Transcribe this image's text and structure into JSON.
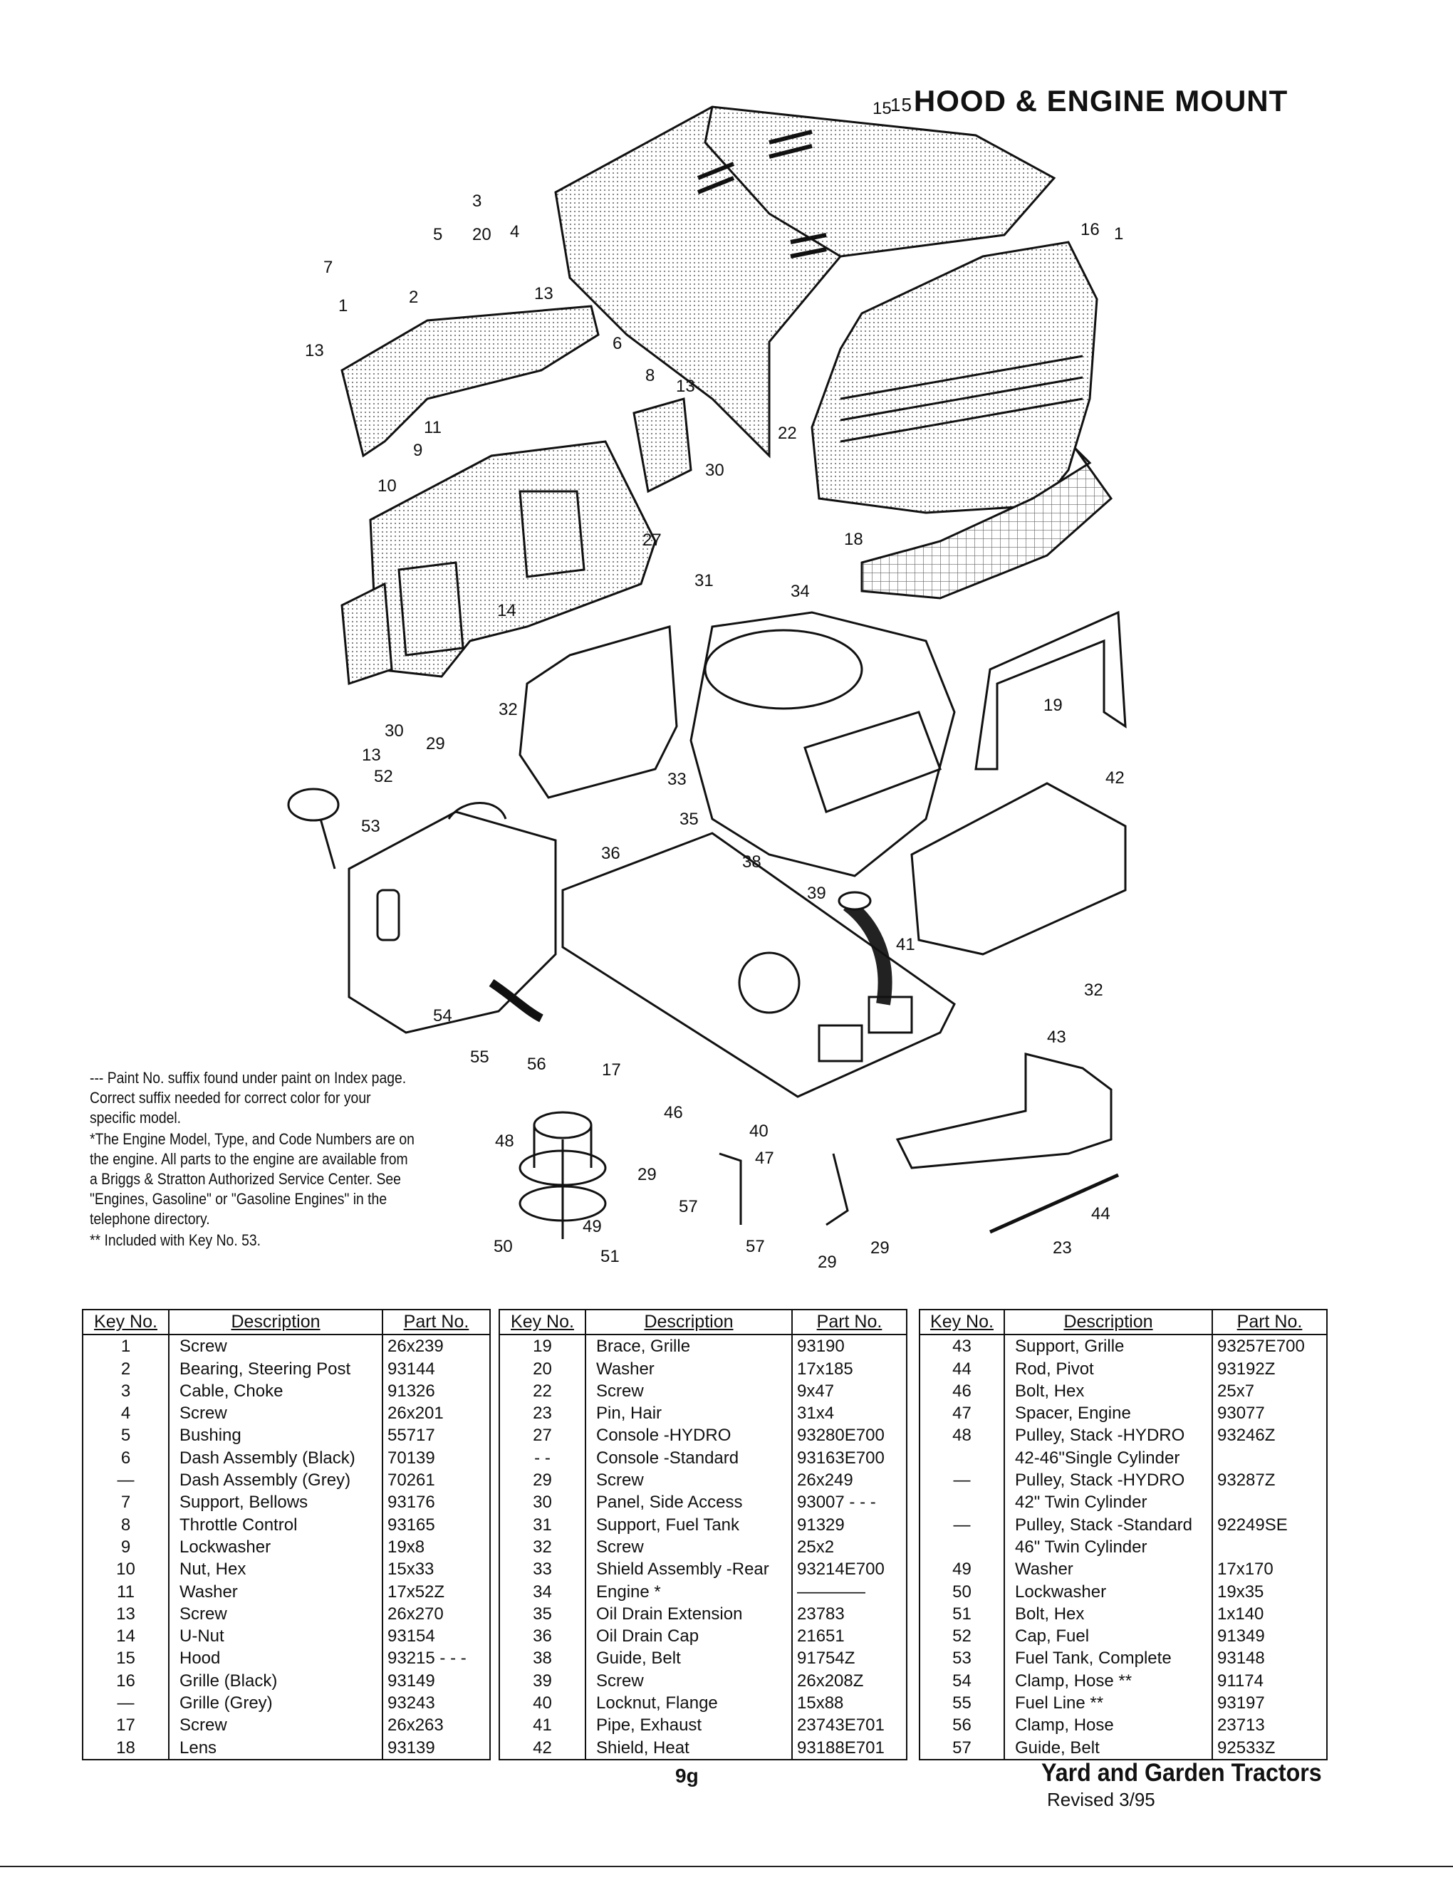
{
  "title": {
    "number": "15",
    "text": "HOOD & ENGINE MOUNT"
  },
  "callouts": [
    "1",
    "2",
    "3",
    "4",
    "5",
    "6",
    "7",
    "8",
    "9",
    "10",
    "11",
    "13",
    "14",
    "15",
    "16",
    "17",
    "18",
    "19",
    "20",
    "22",
    "23",
    "27",
    "29",
    "30",
    "31",
    "32",
    "33",
    "34",
    "35",
    "36",
    "38",
    "39",
    "40",
    "41",
    "42",
    "43",
    "44",
    "46",
    "47",
    "48",
    "49",
    "50",
    "51",
    "52",
    "53",
    "54",
    "55",
    "56",
    "57"
  ],
  "notes": [
    "--- Paint No. suffix found under paint on Index page. Correct suffix needed for correct color for your specific model.",
    "*The Engine Model, Type, and Code Numbers are on the engine. All parts to the engine are available from a Briggs & Stratton Authorized Service Center. See \"Engines, Gasoline\" or \"Gasoline Engines\" in the telephone directory.",
    "** Included with Key No. 53."
  ],
  "table_headers": {
    "key": "Key No.",
    "description": "Description",
    "part": "Part No."
  },
  "parts_col1": [
    [
      "1",
      "Screw",
      "26x239"
    ],
    [
      "2",
      "Bearing, Steering Post",
      "93144"
    ],
    [
      "3",
      "Cable, Choke",
      "91326"
    ],
    [
      "4",
      "Screw",
      "26x201"
    ],
    [
      "5",
      "Bushing",
      "55717"
    ],
    [
      "6",
      "Dash Assembly (Black)",
      "70139"
    ],
    [
      "—",
      "Dash Assembly (Grey)",
      "70261"
    ],
    [
      "7",
      "Support, Bellows",
      "93176"
    ],
    [
      "8",
      "Throttle Control",
      "93165"
    ],
    [
      "9",
      "Lockwasher",
      "19x8"
    ],
    [
      "10",
      "Nut, Hex",
      "15x33"
    ],
    [
      "11",
      "Washer",
      "17x52Z"
    ],
    [
      "13",
      "Screw",
      "26x270"
    ],
    [
      "14",
      "U-Nut",
      "93154"
    ],
    [
      "15",
      "Hood",
      "93215 - - -"
    ],
    [
      "16",
      "Grille (Black)",
      "93149"
    ],
    [
      "—",
      "Grille (Grey)",
      "93243"
    ],
    [
      "17",
      "Screw",
      "26x263"
    ],
    [
      "18",
      "Lens",
      "93139"
    ]
  ],
  "parts_col2": [
    [
      "19",
      "Brace, Grille",
      "93190"
    ],
    [
      "20",
      "Washer",
      "17x185"
    ],
    [
      "22",
      "Screw",
      "9x47"
    ],
    [
      "23",
      "Pin, Hair",
      "31x4"
    ],
    [
      "27",
      "Console -HYDRO",
      "93280E700"
    ],
    [
      "- -",
      "Console -Standard",
      "93163E700"
    ],
    [
      "29",
      "Screw",
      "26x249"
    ],
    [
      "30",
      "Panel, Side Access",
      "93007 - - -"
    ],
    [
      "31",
      "Support, Fuel Tank",
      "91329"
    ],
    [
      "32",
      "Screw",
      "25x2"
    ],
    [
      "33",
      "Shield Assembly -Rear",
      "93214E700"
    ],
    [
      "34",
      "Engine *",
      "————"
    ],
    [
      "35",
      "Oil Drain Extension",
      "23783"
    ],
    [
      "36",
      "Oil Drain Cap",
      "21651"
    ],
    [
      "38",
      "Guide, Belt",
      "91754Z"
    ],
    [
      "39",
      "Screw",
      "26x208Z"
    ],
    [
      "40",
      "Locknut, Flange",
      "15x88"
    ],
    [
      "41",
      "Pipe, Exhaust",
      "23743E701"
    ],
    [
      "42",
      "Shield, Heat",
      "93188E701"
    ]
  ],
  "parts_col3": [
    [
      "43",
      "Support, Grille",
      "93257E700"
    ],
    [
      "44",
      "Rod, Pivot",
      "93192Z"
    ],
    [
      "46",
      "Bolt, Hex",
      "25x7"
    ],
    [
      "47",
      "Spacer, Engine",
      "93077"
    ],
    [
      "48",
      "Pulley, Stack -HYDRO",
      "93246Z"
    ],
    [
      "",
      "42-46\"Single Cylinder",
      ""
    ],
    [
      "—",
      "Pulley, Stack -HYDRO",
      "93287Z"
    ],
    [
      "",
      "42\" Twin Cylinder",
      ""
    ],
    [
      "—",
      "Pulley, Stack -Standard",
      "92249SE"
    ],
    [
      "",
      "46\" Twin Cylinder",
      ""
    ],
    [
      "49",
      "Washer",
      "17x170"
    ],
    [
      "50",
      "Lockwasher",
      "19x35"
    ],
    [
      "51",
      "Bolt, Hex",
      "1x140"
    ],
    [
      "52",
      "Cap, Fuel",
      "91349"
    ],
    [
      "53",
      "Fuel Tank, Complete",
      "93148"
    ],
    [
      "54",
      "Clamp, Hose **",
      "91174"
    ],
    [
      "55",
      "Fuel Line **",
      "93197"
    ],
    [
      "56",
      "Clamp, Hose",
      "23713"
    ],
    [
      "57",
      "Guide, Belt",
      "92533Z"
    ]
  ],
  "page_number": "9g",
  "footer_title": "Yard and Garden Tractors",
  "footer_revised": "Revised 3/95"
}
